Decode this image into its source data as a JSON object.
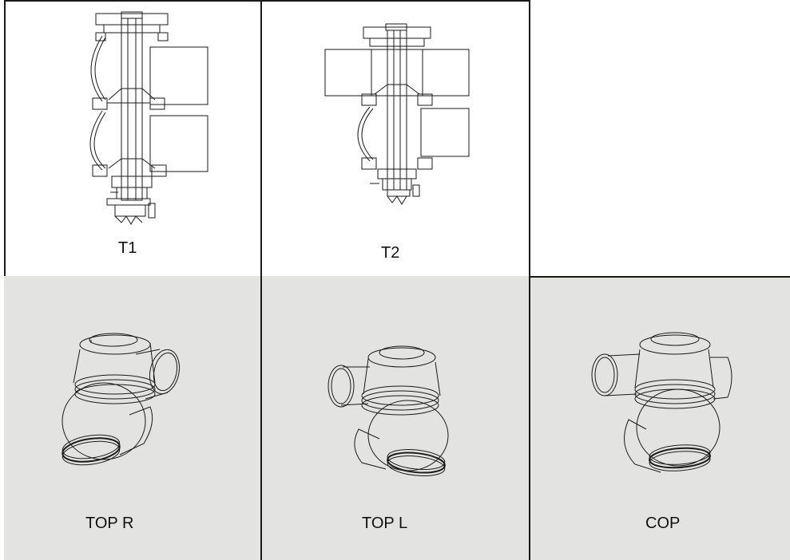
{
  "colors": {
    "line": "#1a1a1a",
    "panel_gray": "#e3e4e2",
    "paper": "#ffffff"
  },
  "figures": [
    {
      "label": "T1"
    },
    {
      "label": "T2"
    },
    {
      "label": "TOP R"
    },
    {
      "label": "TOP L"
    },
    {
      "label": "COP"
    }
  ]
}
